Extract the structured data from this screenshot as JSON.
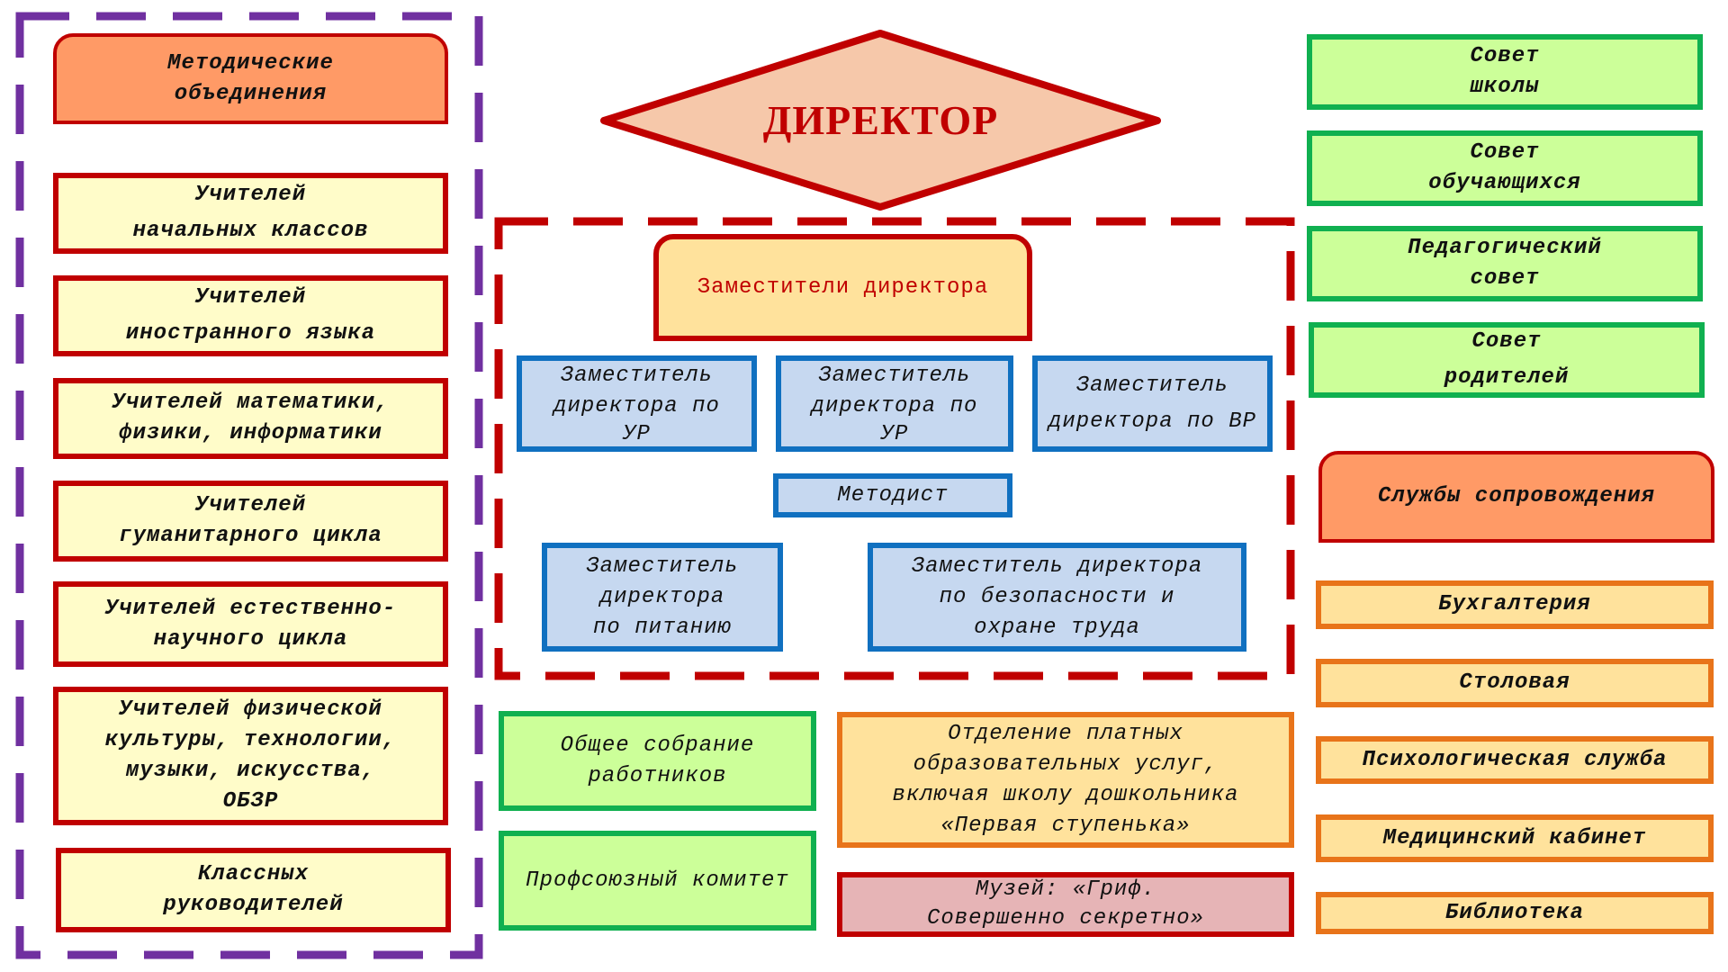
{
  "colors": {
    "purple_frame": "#7030a0",
    "red": "#c00000",
    "green": "#10b050",
    "blue": "#1070c0",
    "orange": "#e8741a",
    "director_fill": "#f6c8aa"
  },
  "director": {
    "label": "ДИРЕКТОР"
  },
  "methodical": {
    "title": [
      "Методические",
      "объединения"
    ],
    "items": [
      {
        "lines": [
          "Учителей",
          "начальных классов"
        ]
      },
      {
        "lines": [
          "Учителей",
          "иностранного языка"
        ]
      },
      {
        "lines": [
          "Учителей математики,",
          "физики, информатики"
        ]
      },
      {
        "lines": [
          "Учителей",
          "гуманитарного цикла"
        ]
      },
      {
        "lines": [
          "Учителей естественно-",
          "научного цикла"
        ]
      },
      {
        "lines": [
          "Учителей физической",
          "культуры, технологии,",
          "музыки, искусства,",
          "ОБЗР"
        ]
      },
      {
        "lines": [
          "Классных",
          "руководителей"
        ]
      }
    ]
  },
  "deputies": {
    "title": "Заместители директора",
    "items": [
      {
        "lines": [
          "Заместитель",
          "директора по",
          "УР"
        ]
      },
      {
        "lines": [
          "Заместитель",
          "директора по",
          "УР"
        ]
      },
      {
        "lines": [
          "Заместитель",
          "директора по ВР"
        ]
      },
      {
        "lines": [
          "Методист"
        ]
      },
      {
        "lines": [
          "Заместитель",
          "директора",
          "по питанию"
        ]
      },
      {
        "lines": [
          "Заместитель директора",
          "по безопасности и",
          "охране труда"
        ]
      }
    ]
  },
  "bodies": {
    "general_meeting": [
      "Общее собрание",
      "работников"
    ],
    "union": [
      "Профсоюзный комитет"
    ],
    "paid_services": [
      "Отделение платных",
      "образовательных услуг,",
      "включая школу дошкольника",
      "«Первая ступенька»"
    ],
    "museum": [
      "Музей: «Гриф.",
      "Совершенно секретно»"
    ]
  },
  "councils": [
    {
      "lines": [
        "Совет",
        "школы"
      ]
    },
    {
      "lines": [
        "Совет",
        "обучающихся"
      ]
    },
    {
      "lines": [
        "Педагогический",
        "совет"
      ]
    },
    {
      "lines": [
        "Совет",
        "родителей"
      ]
    }
  ],
  "support": {
    "title": "Службы сопровождения",
    "items": [
      "Бухгалтерия",
      "Столовая",
      "Психологическая служба",
      "Медицинский кабинет",
      "Библиотека"
    ]
  }
}
